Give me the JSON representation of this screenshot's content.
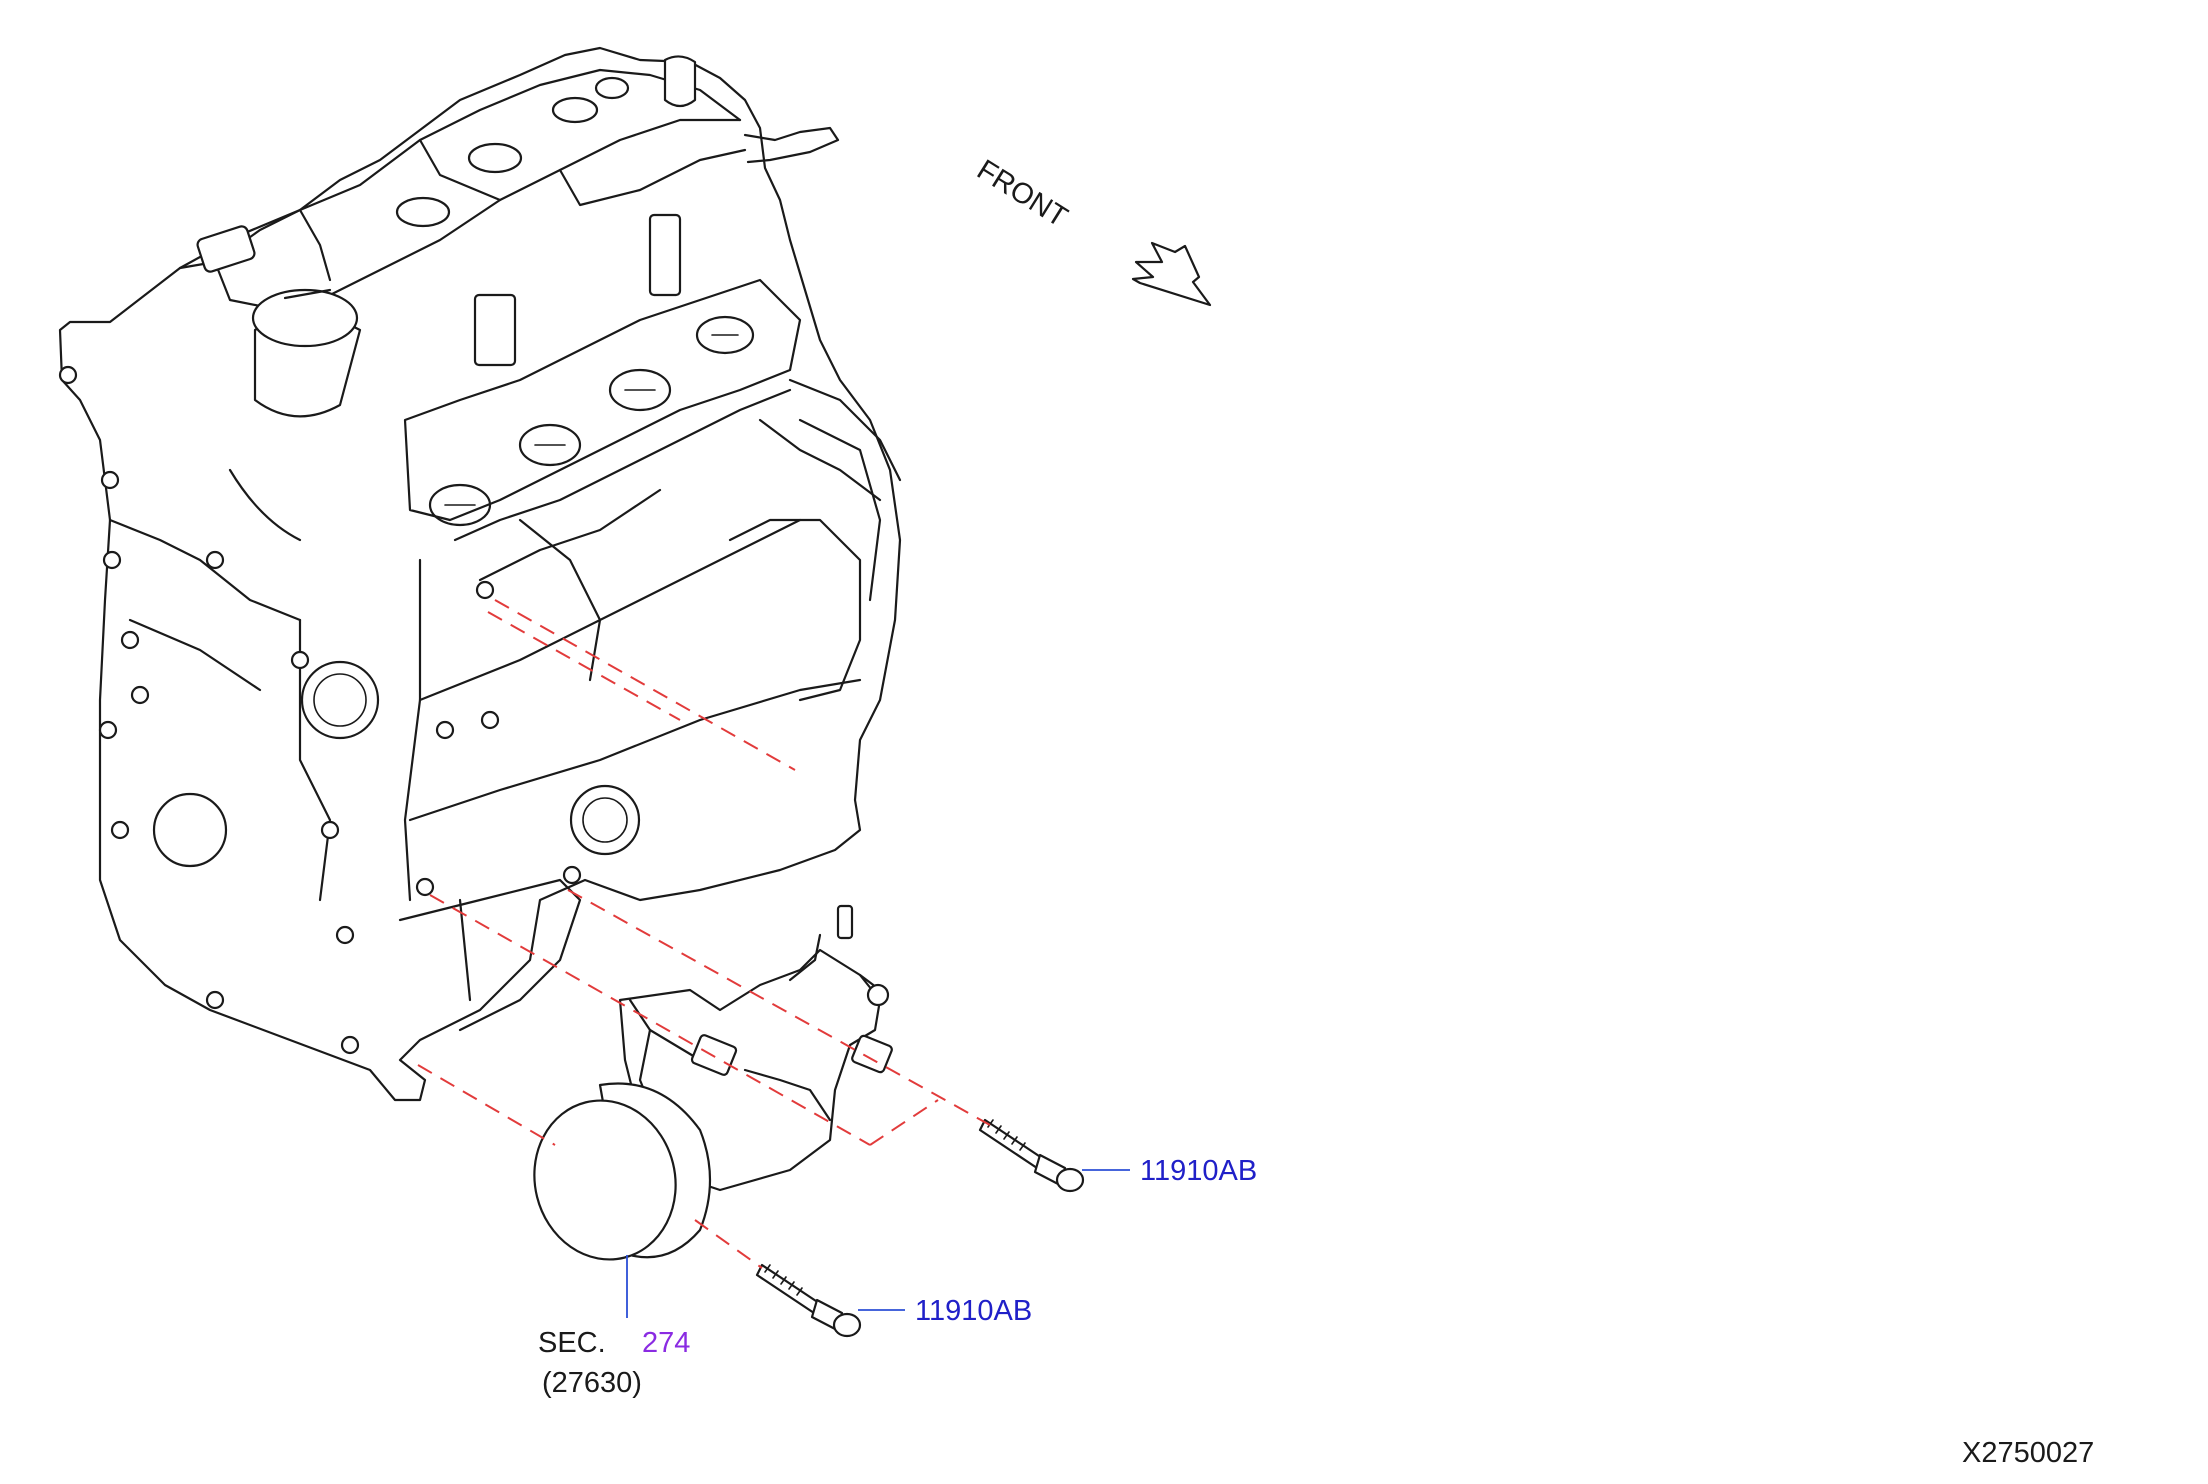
{
  "front_label": "FRONT",
  "callouts": [
    {
      "text": "11910AB",
      "color": "#2020c8"
    },
    {
      "text": "11910AB",
      "color": "#2020c8"
    }
  ],
  "section": {
    "prefix": "SEC.",
    "number": "274",
    "number_color": "#8a2be2",
    "part": "(27630)"
  },
  "diagram_id": "X2750027",
  "colors": {
    "alignment_dash": "#e23b3b",
    "leader": "#2b4fd6",
    "ink": "#1a1a1a"
  }
}
